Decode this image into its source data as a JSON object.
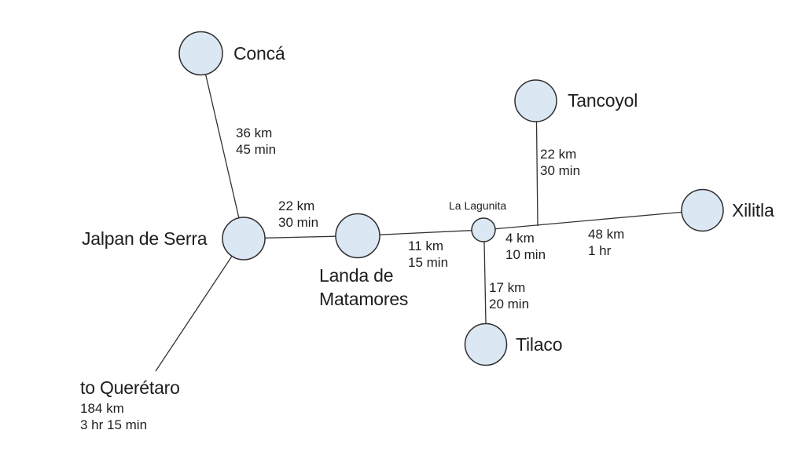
{
  "diagram": {
    "type": "route-map",
    "region_nodes": {
      "conca": {
        "label": "Concá"
      },
      "tancoyol": {
        "label": "Tancoyol"
      },
      "xilitla": {
        "label": "Xilitla"
      },
      "jalpan": {
        "label": "Jalpan de Serra"
      },
      "landa": {
        "label_line1": "Landa de",
        "label_line2": "Matamores"
      },
      "la_lagunita": {
        "label": "La Lagunita"
      },
      "tilaco": {
        "label": "Tilaco"
      }
    },
    "edges": {
      "jalpan_conca": {
        "distance": "36 km",
        "time": "45 min"
      },
      "jalpan_landa": {
        "distance": "22 km",
        "time": "30 min"
      },
      "landa_lagunita": {
        "distance": "11 km",
        "time": "15 min"
      },
      "lagunita_junction": {
        "distance": "4 km",
        "time": "10 min"
      },
      "junction_xilitla": {
        "distance": "48 km",
        "time": "1 hr"
      },
      "junction_tancoyol": {
        "distance": "22 km",
        "time": "30 min"
      },
      "lagunita_tilaco": {
        "distance": "17 km",
        "time": "20 min"
      },
      "jalpan_queretaro": {
        "destination": "to Querétaro",
        "distance": "184 km",
        "time": "3 hr 15 min"
      }
    },
    "colors": {
      "node_fill": "#dbe7f3",
      "node_stroke": "#2e2e2e",
      "line": "#333333",
      "text": "#1e1e1e",
      "background": "#ffffff"
    }
  }
}
